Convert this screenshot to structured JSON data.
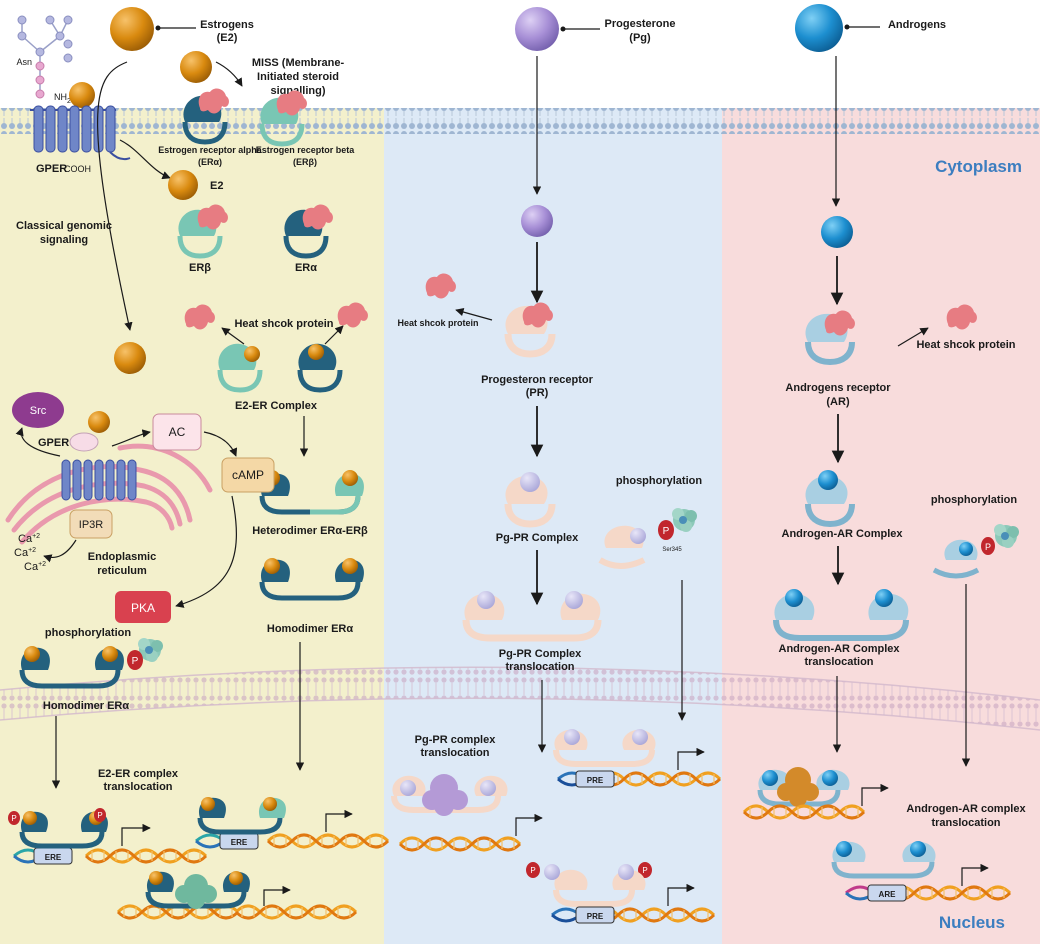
{
  "regions": {
    "cytoplasm": "Cytoplasm",
    "nucleus": "Nucleus"
  },
  "colors": {
    "estrogen_bg": "#f3f0cc",
    "progesterone_bg": "#dde9f6",
    "androgen_bg": "#f8dcdc",
    "estrogen_ligand": "#d98a0f",
    "progesterone_ligand": "#a78fd6",
    "androgen_ligand": "#1d8fd0",
    "er_alpha": "#24617e",
    "er_beta": "#79c6b4",
    "hsp": "#e77c82",
    "pr": "#f5d8c8",
    "ar": "#8fbfd6",
    "dna_orange": "#f0a020",
    "region_title": "#3c7ec0"
  },
  "estrogen": {
    "ligand_name": "Estrogens",
    "ligand_abbr": "(E2)",
    "miss": "MISS (Membrane-",
    "miss2": "Initiated steroid",
    "miss3": "signalling)",
    "asn": "Asn",
    "nh2": "NH",
    "nh2_sub": "2",
    "cooh": "COOH",
    "gper": "GPER",
    "er_alpha_label": "Estrogen receptor alpha",
    "er_alpha_abbr": "(ERα)",
    "er_beta_label": "Estrogen receptor beta",
    "er_beta_abbr": "(ERβ)",
    "e2": "E2",
    "classical": "Classical genomic",
    "classical2": "signaling",
    "erb": "ERβ",
    "era": "ERα",
    "hsp": "Heat shcok protein",
    "src": "Src",
    "gper2": "GPER",
    "ac": "AC",
    "camp": "cAMP",
    "ip3r": "IP3R",
    "ca": [
      "Ca",
      "Ca",
      "Ca"
    ],
    "ca_sup": "+2",
    "er_ret": "Endoplasmic",
    "er_ret2": "reticulum",
    "pka": "PKA",
    "phos": "phosphorylation",
    "p": "P",
    "e2er": "E2-ER Complex",
    "hetero": "Heterodimer ERα-ERβ",
    "homo": "Homodimer ERα",
    "homo2": "Homodimer ERα",
    "transloc": "E2-ER complex",
    "transloc2": "translocation",
    "ere": "ERE"
  },
  "progesterone": {
    "ligand_name": "Progesterone",
    "ligand_abbr": "(Pg)",
    "hsp": "Heat shcok protein",
    "pr_label": "Progesteron receptor",
    "pr_abbr": "(PR)",
    "pgpr": "Pg-PR Complex",
    "phos": "phosphorylation",
    "ser": "Ser345",
    "p": "P",
    "transloc": "Pg-PR Complex",
    "transloc2": "translocation",
    "transloc_lower": "Pg-PR complex",
    "transloc_lower2": "translocation",
    "pre": "PRE"
  },
  "androgens": {
    "ligand_name": "Androgens",
    "hsp": "Heat shcok protein",
    "ar_label": "Androgens receptor",
    "ar_abbr": "(AR)",
    "complex": "Androgen-AR Complex",
    "phos": "phosphorylation",
    "p": "P",
    "transloc": "Androgen-AR Complex",
    "transloc2": "translocation",
    "transloc_lower": "Androgen-AR complex",
    "transloc_lower2": "translocation",
    "are": "ARE"
  }
}
